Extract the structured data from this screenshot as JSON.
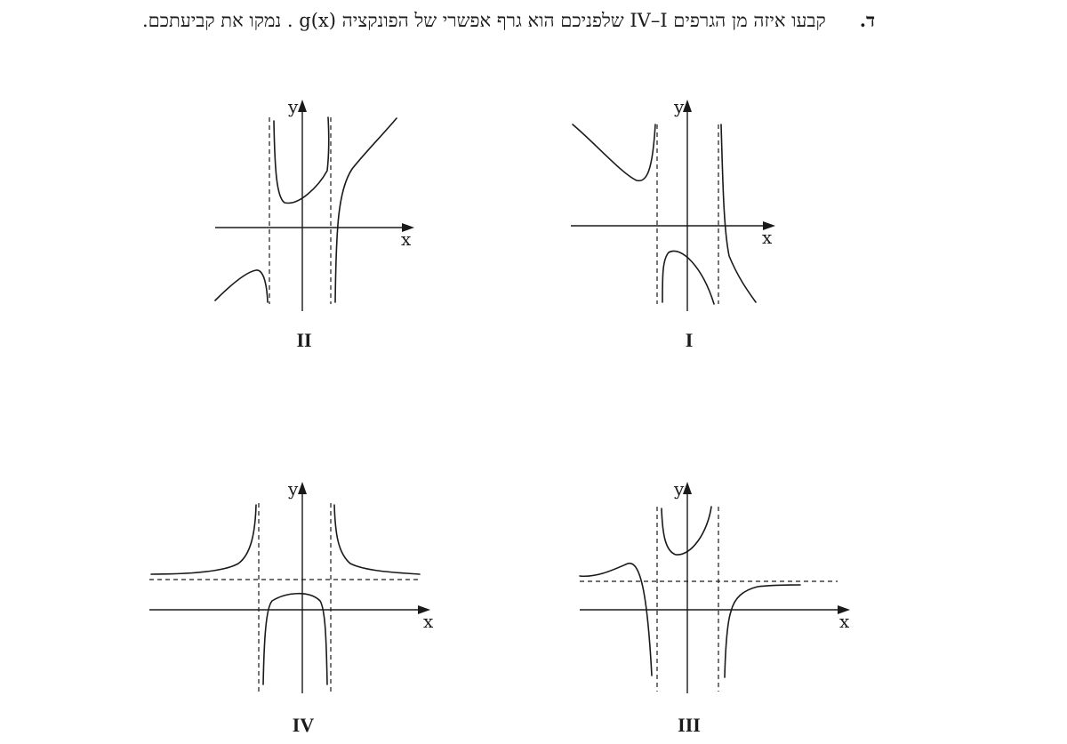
{
  "question": {
    "number": "ד.",
    "text": "קבעו איזה מן הגרפים IV–I שלפניכם הוא גרף אפשרי של הפונקציה g(x) . נמקו את קביעתכם."
  },
  "graphs": [
    {
      "id": "I",
      "label": "I",
      "x_axis_label": "x",
      "y_axis_label": "y"
    },
    {
      "id": "II",
      "label": "II",
      "x_axis_label": "x",
      "y_axis_label": "y"
    },
    {
      "id": "III",
      "label": "III",
      "x_axis_label": "x",
      "y_axis_label": "y"
    },
    {
      "id": "IV",
      "label": "IV",
      "x_axis_label": "x",
      "y_axis_label": "y"
    }
  ]
}
